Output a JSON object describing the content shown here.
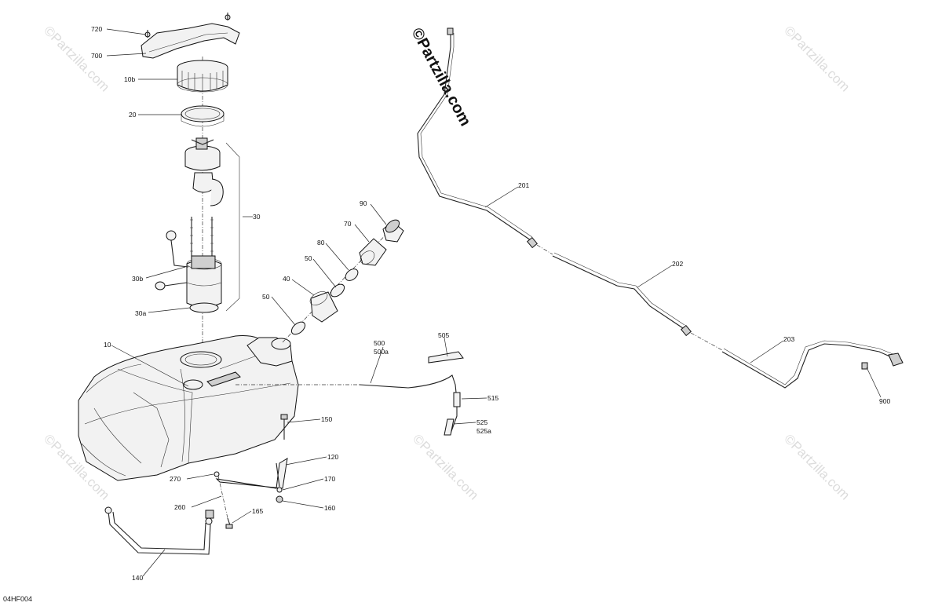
{
  "diagram_code": "04HF004",
  "watermark": "©Partzilla.com",
  "colors": {
    "line": "#111111",
    "watermark": "#dcdcdc",
    "background": "#ffffff"
  },
  "labels": {
    "p720": "720",
    "p700": "700",
    "p10b": "10b",
    "p20": "20",
    "p30": "30",
    "p30b": "30b",
    "p30a": "30a",
    "p10": "10",
    "p90": "90",
    "p70": "70",
    "p80": "80",
    "p50a": "50",
    "p40": "40",
    "p50b": "50",
    "p500": "500",
    "p500a": "500a",
    "p505": "505",
    "p515": "515",
    "p525": "525",
    "p525a": "525a",
    "p150": "150",
    "p120": "120",
    "p270": "270",
    "p170": "170",
    "p260": "260",
    "p165": "165",
    "p160": "160",
    "p140": "140",
    "p201": "201",
    "p202": "202",
    "p203": "203",
    "p900": "900"
  }
}
